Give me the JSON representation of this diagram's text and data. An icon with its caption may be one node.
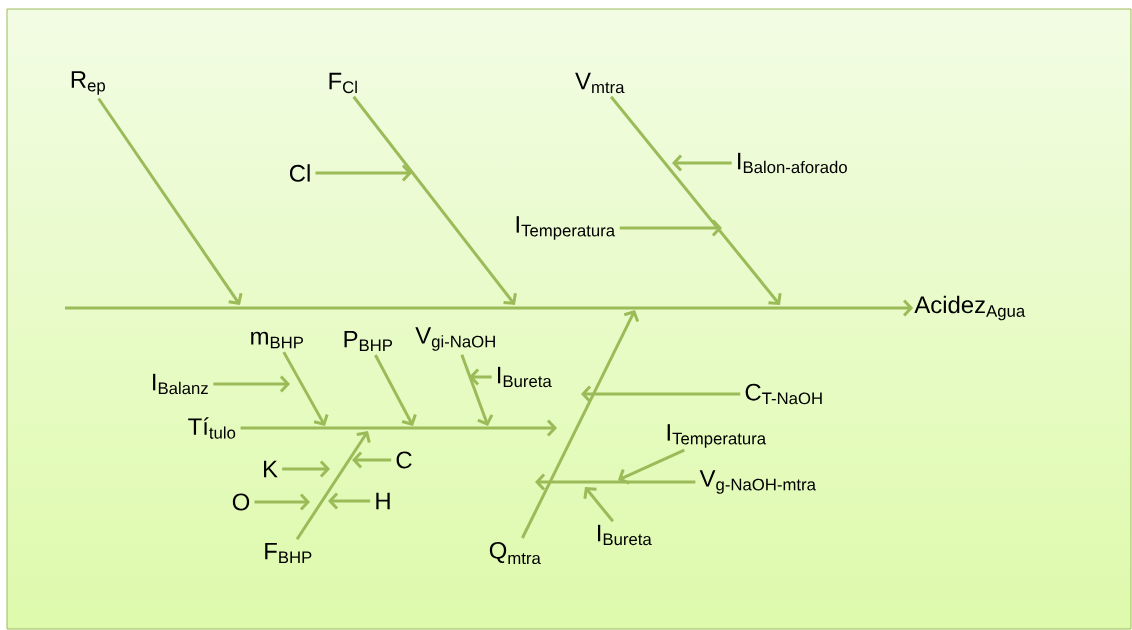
{
  "diagram": {
    "nodes": [
      {
        "text": [
          "\\text{R}_{\\text{ep}}"
        ]
      },
      {
        "text": [
          "\\text{F}_{\\text{Cl}}"
        ]
      },
      {
        "text": [
          "\\text{V}_{\\text{mtra}}"
        ]
      },
      {
        "text": [
          "Cl"
        ]
      },
      {
        "text": [
          "\\text{I}_{\\text{Balon-aforado}}"
        ]
      },
      {
        "text": [
          "\\text{I}_{\\text{Temperatura}}"
        ]
      },
      {
        "text": [
          "\\text{Acidez}_{\\text{Agua}}"
        ]
      },
      {
        "text": [
          "\\text{m}_{\\text{BHP}}"
        ]
      },
      {
        "text": [
          "\\text{P}_{\\text{BHP}}"
        ]
      },
      {
        "text": [
          "\\text{V}_{\\text{gi-NaOH}}"
        ]
      },
      {
        "text": [
          "\\text{I}_{\\text{Balanz}}"
        ]
      },
      {
        "text": [
          "\\text{I}_{\\text{Bureta}}"
        ]
      },
      {
        "text": [
          "\\text{C}_{\\text{T-NaOH}}"
        ]
      },
      {
        "text": [
          "\\text{Tí}_{\\text{tulo}}"
        ]
      },
      {
        "text": [
          "\\text{I}_{\\text{Temperatura}}"
        ]
      },
      {
        "text": [
          "K"
        ]
      },
      {
        "text": [
          "C"
        ]
      },
      {
        "text": [
          "O"
        ]
      },
      {
        "text": [
          "H"
        ]
      },
      {
        "text": [
          "\\text{V}_{\\text{g-NaOH-mtra}}"
        ]
      },
      {
        "text": [
          "\\text{I}_{\\text{Bureta}}"
        ]
      },
      {
        "text": [
          "\\text{F}_{\\text{BHP}}"
        ]
      },
      {
        "text": [
          "\\text{Q}_{\\text{mtra}}"
        ]
      }
    ],
    "edges": [
      {
        "from": null,
        "to": 6,
        "arrow": "to"
      },
      {
        "from": 0,
        "to": null,
        "arrow": "to"
      },
      {
        "from": 1,
        "to": null,
        "arrow": "to"
      },
      {
        "from": 2,
        "to": null,
        "arrow": "to"
      },
      {
        "from": 3,
        "to": null,
        "arrow": "to"
      },
      {
        "from": 4,
        "to": null,
        "arrow": "to"
      },
      {
        "from": 5,
        "to": null,
        "arrow": "to"
      },
      {
        "from": 22,
        "to": null,
        "arrow": "to"
      },
      {
        "from": 13,
        "to": null,
        "arrow": "to"
      },
      {
        "from": 7,
        "to": null,
        "arrow": "to"
      },
      {
        "from": 8,
        "to": null,
        "arrow": "to"
      },
      {
        "from": 9,
        "to": null,
        "arrow": "to"
      },
      {
        "from": 10,
        "to": null,
        "arrow": "to"
      },
      {
        "from": 11,
        "to": null,
        "arrow": "to"
      },
      {
        "from": 21,
        "to": null,
        "arrow": "to"
      },
      {
        "from": 15,
        "to": null,
        "arrow": "to"
      },
      {
        "from": 16,
        "to": null,
        "arrow": "to"
      },
      {
        "from": 17,
        "to": null,
        "arrow": "to"
      },
      {
        "from": 18,
        "to": null,
        "arrow": "to"
      },
      {
        "from": 12,
        "to": null,
        "arrow": "to"
      },
      {
        "from": 19,
        "to": null,
        "arrow": "to"
      },
      {
        "from": 14,
        "to": null,
        "arrow": "to"
      },
      {
        "from": 20,
        "to": null,
        "arrow": "to"
      }
    ]
  }
}
